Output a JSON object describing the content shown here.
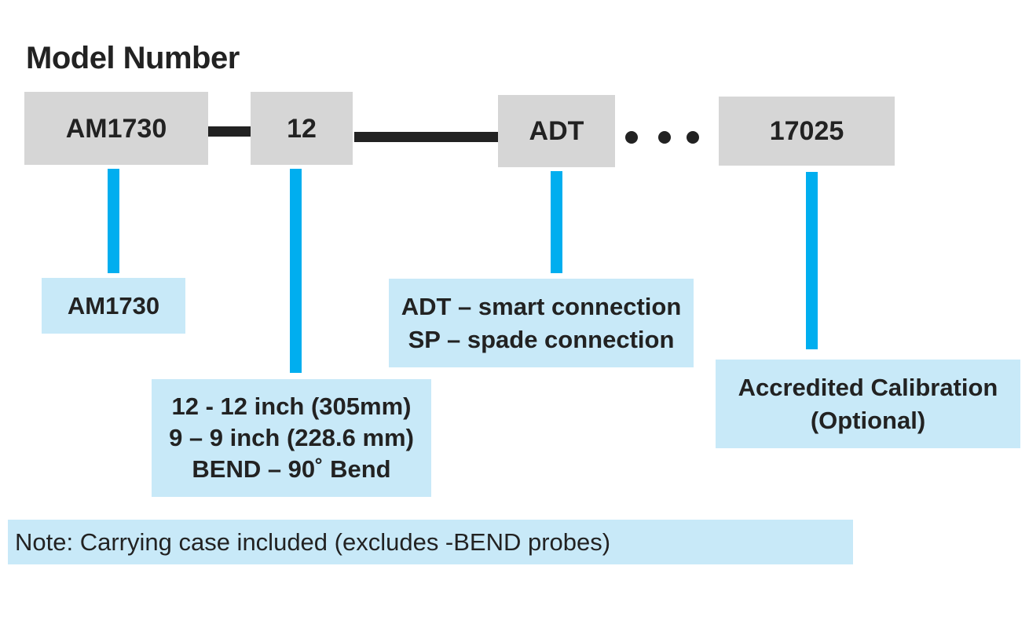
{
  "title": "Model Number",
  "segments": [
    {
      "code": "AM1730",
      "description": [
        "AM1730"
      ]
    },
    {
      "code": "12",
      "description": [
        "12 - 12 inch (305mm)",
        "9 – 9 inch (228.6 mm)",
        "BEND – 90˚ Bend"
      ]
    },
    {
      "code": "ADT",
      "description": [
        "ADT – smart connection",
        "SP – spade connection"
      ]
    },
    {
      "code": "17025",
      "description": [
        "Accredited Calibration",
        "(Optional)"
      ]
    }
  ],
  "note": "Note: Carrying case included (excludes -BEND probes)",
  "colors": {
    "code_box": "#d6d6d6",
    "stem": "#00aeef",
    "description_box": "#c8e9f8",
    "text": "#222222"
  }
}
